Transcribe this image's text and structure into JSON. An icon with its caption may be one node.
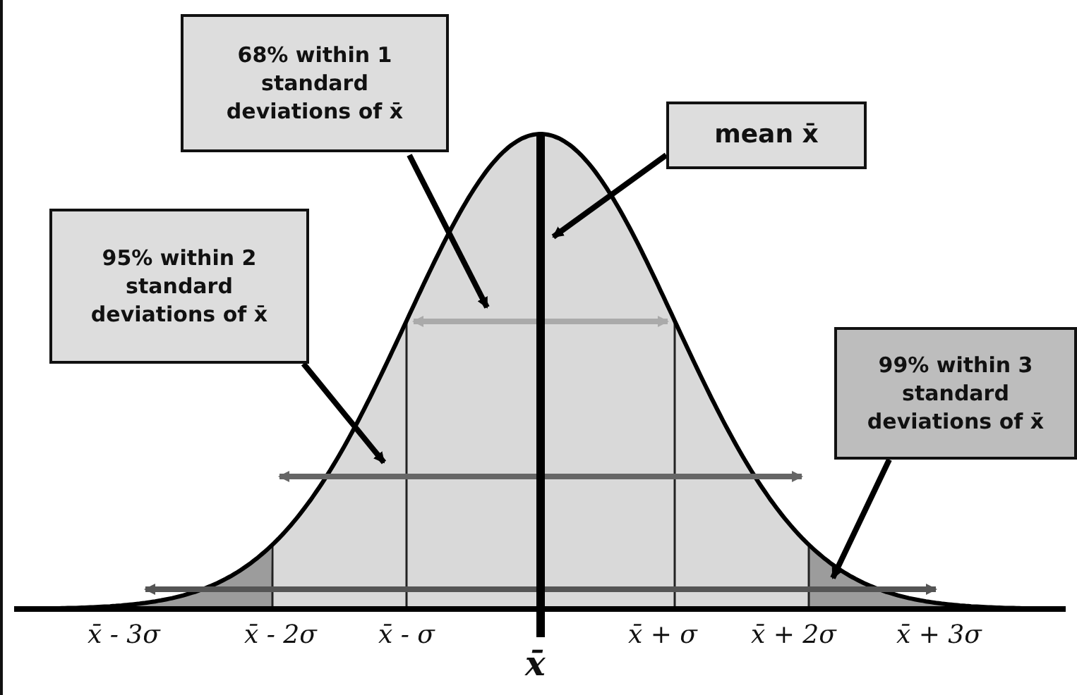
{
  "diagram": {
    "nodes": [
      {
        "text": [
          "68% within 1 standard deviations of x̄"
        ]
      },
      {
        "text": [
          "mean x̄"
        ]
      },
      {
        "text": [
          "95% within 2 standard deviations of x̄"
        ]
      },
      {
        "text": [
          "99% within 3 standard deviations of x̄"
        ]
      }
    ],
    "edges": [
      {
        "from": 0,
        "to": null,
        "arrow": "to"
      },
      {
        "from": 1,
        "to": null,
        "arrow": "to"
      },
      {
        "from": 2,
        "to": null,
        "arrow": "to"
      },
      {
        "from": 3,
        "to": null,
        "arrow": "to"
      }
    ],
    "labels": [
      "x̄ - 3σ",
      "x̄ - 2σ",
      "x̄ - σ",
      "x̄",
      "x̄ + σ",
      "x̄ + 2σ",
      "x̄ + 3σ"
    ]
  }
}
